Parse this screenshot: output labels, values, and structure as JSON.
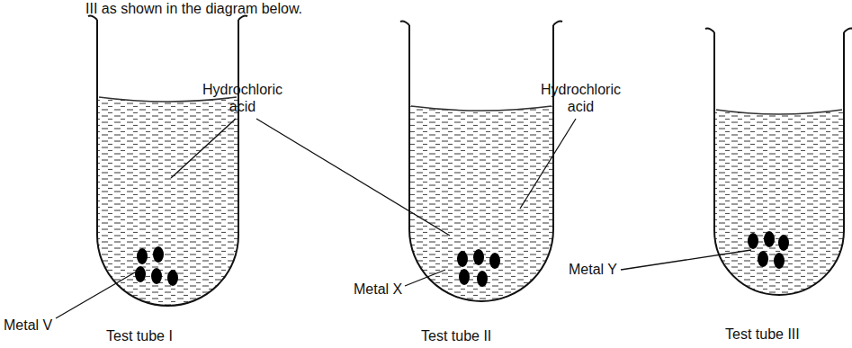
{
  "diagram": {
    "labels": [
      "III as shown in the diagram below.",
      "Hydrochloric acid",
      "Hydrochloric acid",
      "Metal V",
      "Metal X",
      "Metal Y",
      "Test tube I",
      "Test tube II",
      "Test tube III"
    ]
  }
}
